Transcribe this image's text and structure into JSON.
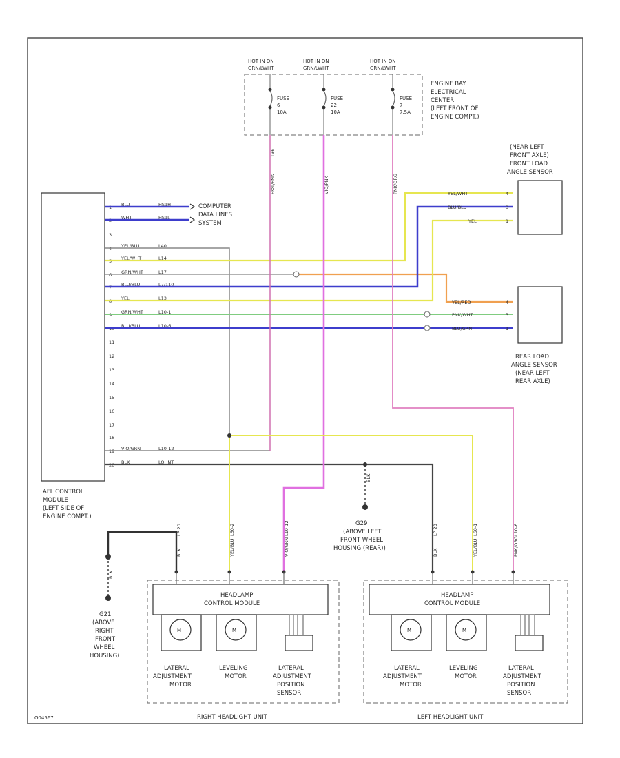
{
  "fuses": [
    {
      "hot": "HOT IN ON",
      "relay": "GRN/LWHT",
      "name": "FUSE",
      "number": "6",
      "rating": "10A",
      "wire": "HOT/PNK"
    },
    {
      "hot": "HOT IN ON",
      "relay": "GRN/LWHT",
      "name": "FUSE",
      "number": "22",
      "rating": "10A",
      "wire": "VIO/PNK"
    },
    {
      "hot": "HOT IN ON",
      "relay": "GRN/LWHT",
      "name": "FUSE",
      "number": "7",
      "rating": "7.5A",
      "wire": "PNK/ORG"
    }
  ],
  "engine_bay": [
    "ENGINE BAY",
    "ELECTRICAL",
    "CENTER",
    "(LEFT FRONT OF",
    "ENGINE COMPT.)"
  ],
  "computer": [
    "COMPUTER",
    "DATA LINES",
    "SYSTEM"
  ],
  "front_sensor": [
    "(NEAR LEFT",
    "FRONT AXLE)",
    "FRONT LOAD",
    "ANGLE SENSOR"
  ],
  "front_sensor_wires": [
    {
      "color": "YEL/WHT",
      "pin": "4"
    },
    {
      "color": "BLU/BLU",
      "pin": "3"
    },
    {
      "color": "YEL",
      "pin": "1"
    }
  ],
  "rear_sensor": [
    "REAR LOAD",
    "ANGLE SENSOR",
    "(NEAR LEFT",
    "REAR AXLE)"
  ],
  "rear_sensor_wires": [
    {
      "color": "YEL/RED",
      "pin": "4"
    },
    {
      "color": "PNK/WHT",
      "pin": "3"
    },
    {
      "color": "BLU/GRN",
      "pin": "1"
    }
  ],
  "afs_module": [
    "AFL CONTROL",
    "MODULE",
    "(LEFT SIDE OF",
    "ENGINE COMPT.)"
  ],
  "module_pins": [
    {
      "pin": "1",
      "color": "BLU",
      "ckt": "HS1H",
      "hex": "#3d3dcc"
    },
    {
      "pin": "2",
      "color": "WHT",
      "ckt": "HS1L",
      "hex": "#3d3dcc"
    },
    {
      "pin": "3",
      "color": "",
      "ckt": "",
      "hex": ""
    },
    {
      "pin": "4",
      "color": "YEL/BLU",
      "ckt": "L40",
      "hex": "#777777"
    },
    {
      "pin": "5",
      "color": "YEL/WHT",
      "ckt": "L14",
      "hex": "#e6e650"
    },
    {
      "pin": "6",
      "color": "GRN/WHT",
      "ckt": "L17",
      "hex": "#999999"
    },
    {
      "pin": "7",
      "color": "BLU/BLU",
      "ckt": "L7/110",
      "hex": "#3d3dcc"
    },
    {
      "pin": "8",
      "color": "YEL",
      "ckt": "L13",
      "hex": "#e6e650"
    },
    {
      "pin": "9",
      "color": "GRN/WHT",
      "ckt": "L10-1",
      "hex": "#80cc80"
    },
    {
      "pin": "10",
      "color": "BLU/BLU",
      "ckt": "L10-6",
      "hex": "#3d3dcc"
    },
    {
      "pin": "11",
      "color": "",
      "ckt": "",
      "hex": ""
    },
    {
      "pin": "12",
      "color": "",
      "ckt": "",
      "hex": ""
    },
    {
      "pin": "13",
      "color": "",
      "ckt": "",
      "hex": ""
    },
    {
      "pin": "14",
      "color": "",
      "ckt": "",
      "hex": ""
    },
    {
      "pin": "15",
      "color": "",
      "ckt": "",
      "hex": ""
    },
    {
      "pin": "16",
      "color": "",
      "ckt": "",
      "hex": ""
    },
    {
      "pin": "17",
      "color": "",
      "ckt": "",
      "hex": ""
    },
    {
      "pin": "18",
      "color": "",
      "ckt": "",
      "hex": ""
    },
    {
      "pin": "19",
      "color": "VIO/GRN",
      "ckt": "L10-12",
      "hex": "#999999"
    },
    {
      "pin": "20",
      "color": "BLK",
      "ckt": "LOHNT",
      "hex": "#333333"
    }
  ],
  "ground_g29": [
    "G29",
    "(ABOVE LEFT",
    "FRONT WHEEL",
    "HOUSING (REAR))"
  ],
  "ground_g21": [
    "G21",
    "(ABOVE",
    "RIGHT",
    "FRONT",
    "WHEEL",
    "HOUSING)"
  ],
  "ground_wire": "BLK",
  "right_unit": {
    "module": "HEADLAMP",
    "module2": "CONTROL MODULE",
    "wires": [
      "BLK",
      "YEL/BLU",
      "VIO/GRN"
    ],
    "ckts": [
      "LP 20",
      "L60-2",
      "L10-12"
    ],
    "motor1": [
      "LATERAL",
      "ADJUSTMENT",
      "MOTOR"
    ],
    "motor2": [
      "LEVELING",
      "MOTOR"
    ],
    "sensor": [
      "LATERAL",
      "ADJUSTMENT",
      "POSITION",
      "SENSOR"
    ],
    "title": "RIGHT HEADLIGHT UNIT"
  },
  "left_unit": {
    "module": "HEADLAMP",
    "module2": "CONTROL MODULE",
    "wires": [
      "BLK",
      "YEL/BLU",
      "PNK/ORG"
    ],
    "ckts": [
      "LP 20",
      "L60-1",
      "L10-6"
    ],
    "motor1": [
      "LATERAL",
      "ADJUSTMENT",
      "MOTOR"
    ],
    "motor2": [
      "LEVELING",
      "MOTOR"
    ],
    "sensor": [
      "LATERAL",
      "ADJUSTMENT",
      "POSITION",
      "SENSOR"
    ],
    "title": "LEFT HEADLIGHT UNIT"
  },
  "figure_code": "G04567"
}
